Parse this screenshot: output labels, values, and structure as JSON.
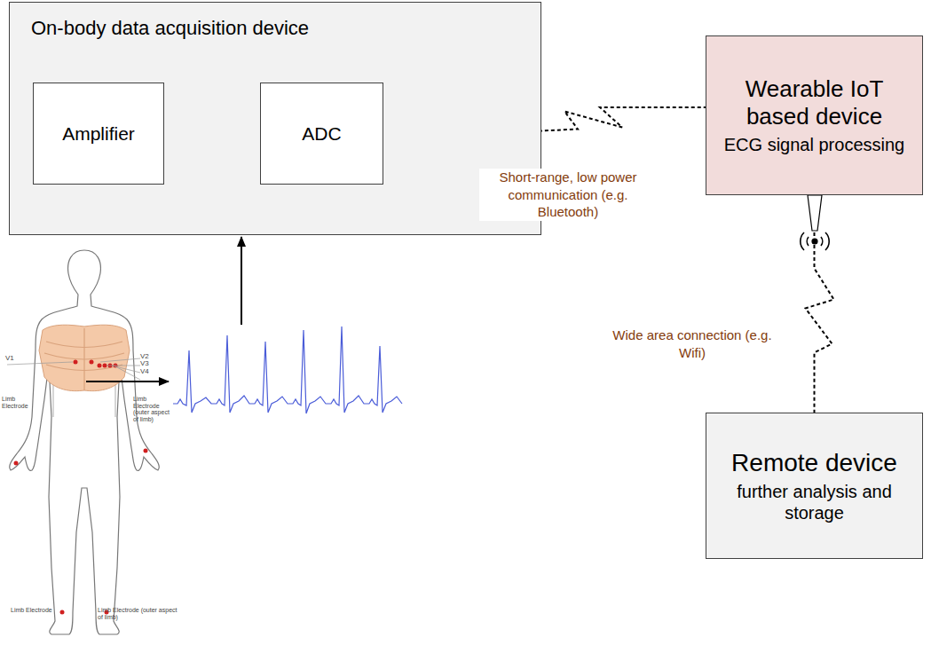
{
  "diagram": {
    "nodes": [
      {
        "text": [
          "On-body data acquisition device"
        ]
      },
      {
        "text": [
          "Amplifier"
        ],
        "in": 0
      },
      {
        "text": [
          "ADC"
        ],
        "in": 0
      },
      {
        "text": [
          "Wearable IoT based device",
          "ECG signal processing"
        ]
      },
      {
        "text": [
          "Remote device",
          "further analysis and storage"
        ]
      }
    ],
    "edges": [
      {
        "from": 1,
        "to": 2,
        "arrow": "to"
      },
      {
        "from": 2,
        "to": 3,
        "label": "Short-range, low power communication (e.g. Bluetooth)",
        "arrow": "none"
      },
      {
        "from": 3,
        "to": 4,
        "label": "Wide area connection (e.g. Wifi)",
        "arrow": "none"
      }
    ],
    "labels": [
      "V1",
      "V2",
      "V3",
      "V4",
      "Limb Electrode",
      "Limb Electrode (outer aspect of limb)",
      "Limb Electrode",
      "Limb Electrode (outer aspect of limb)"
    ]
  }
}
